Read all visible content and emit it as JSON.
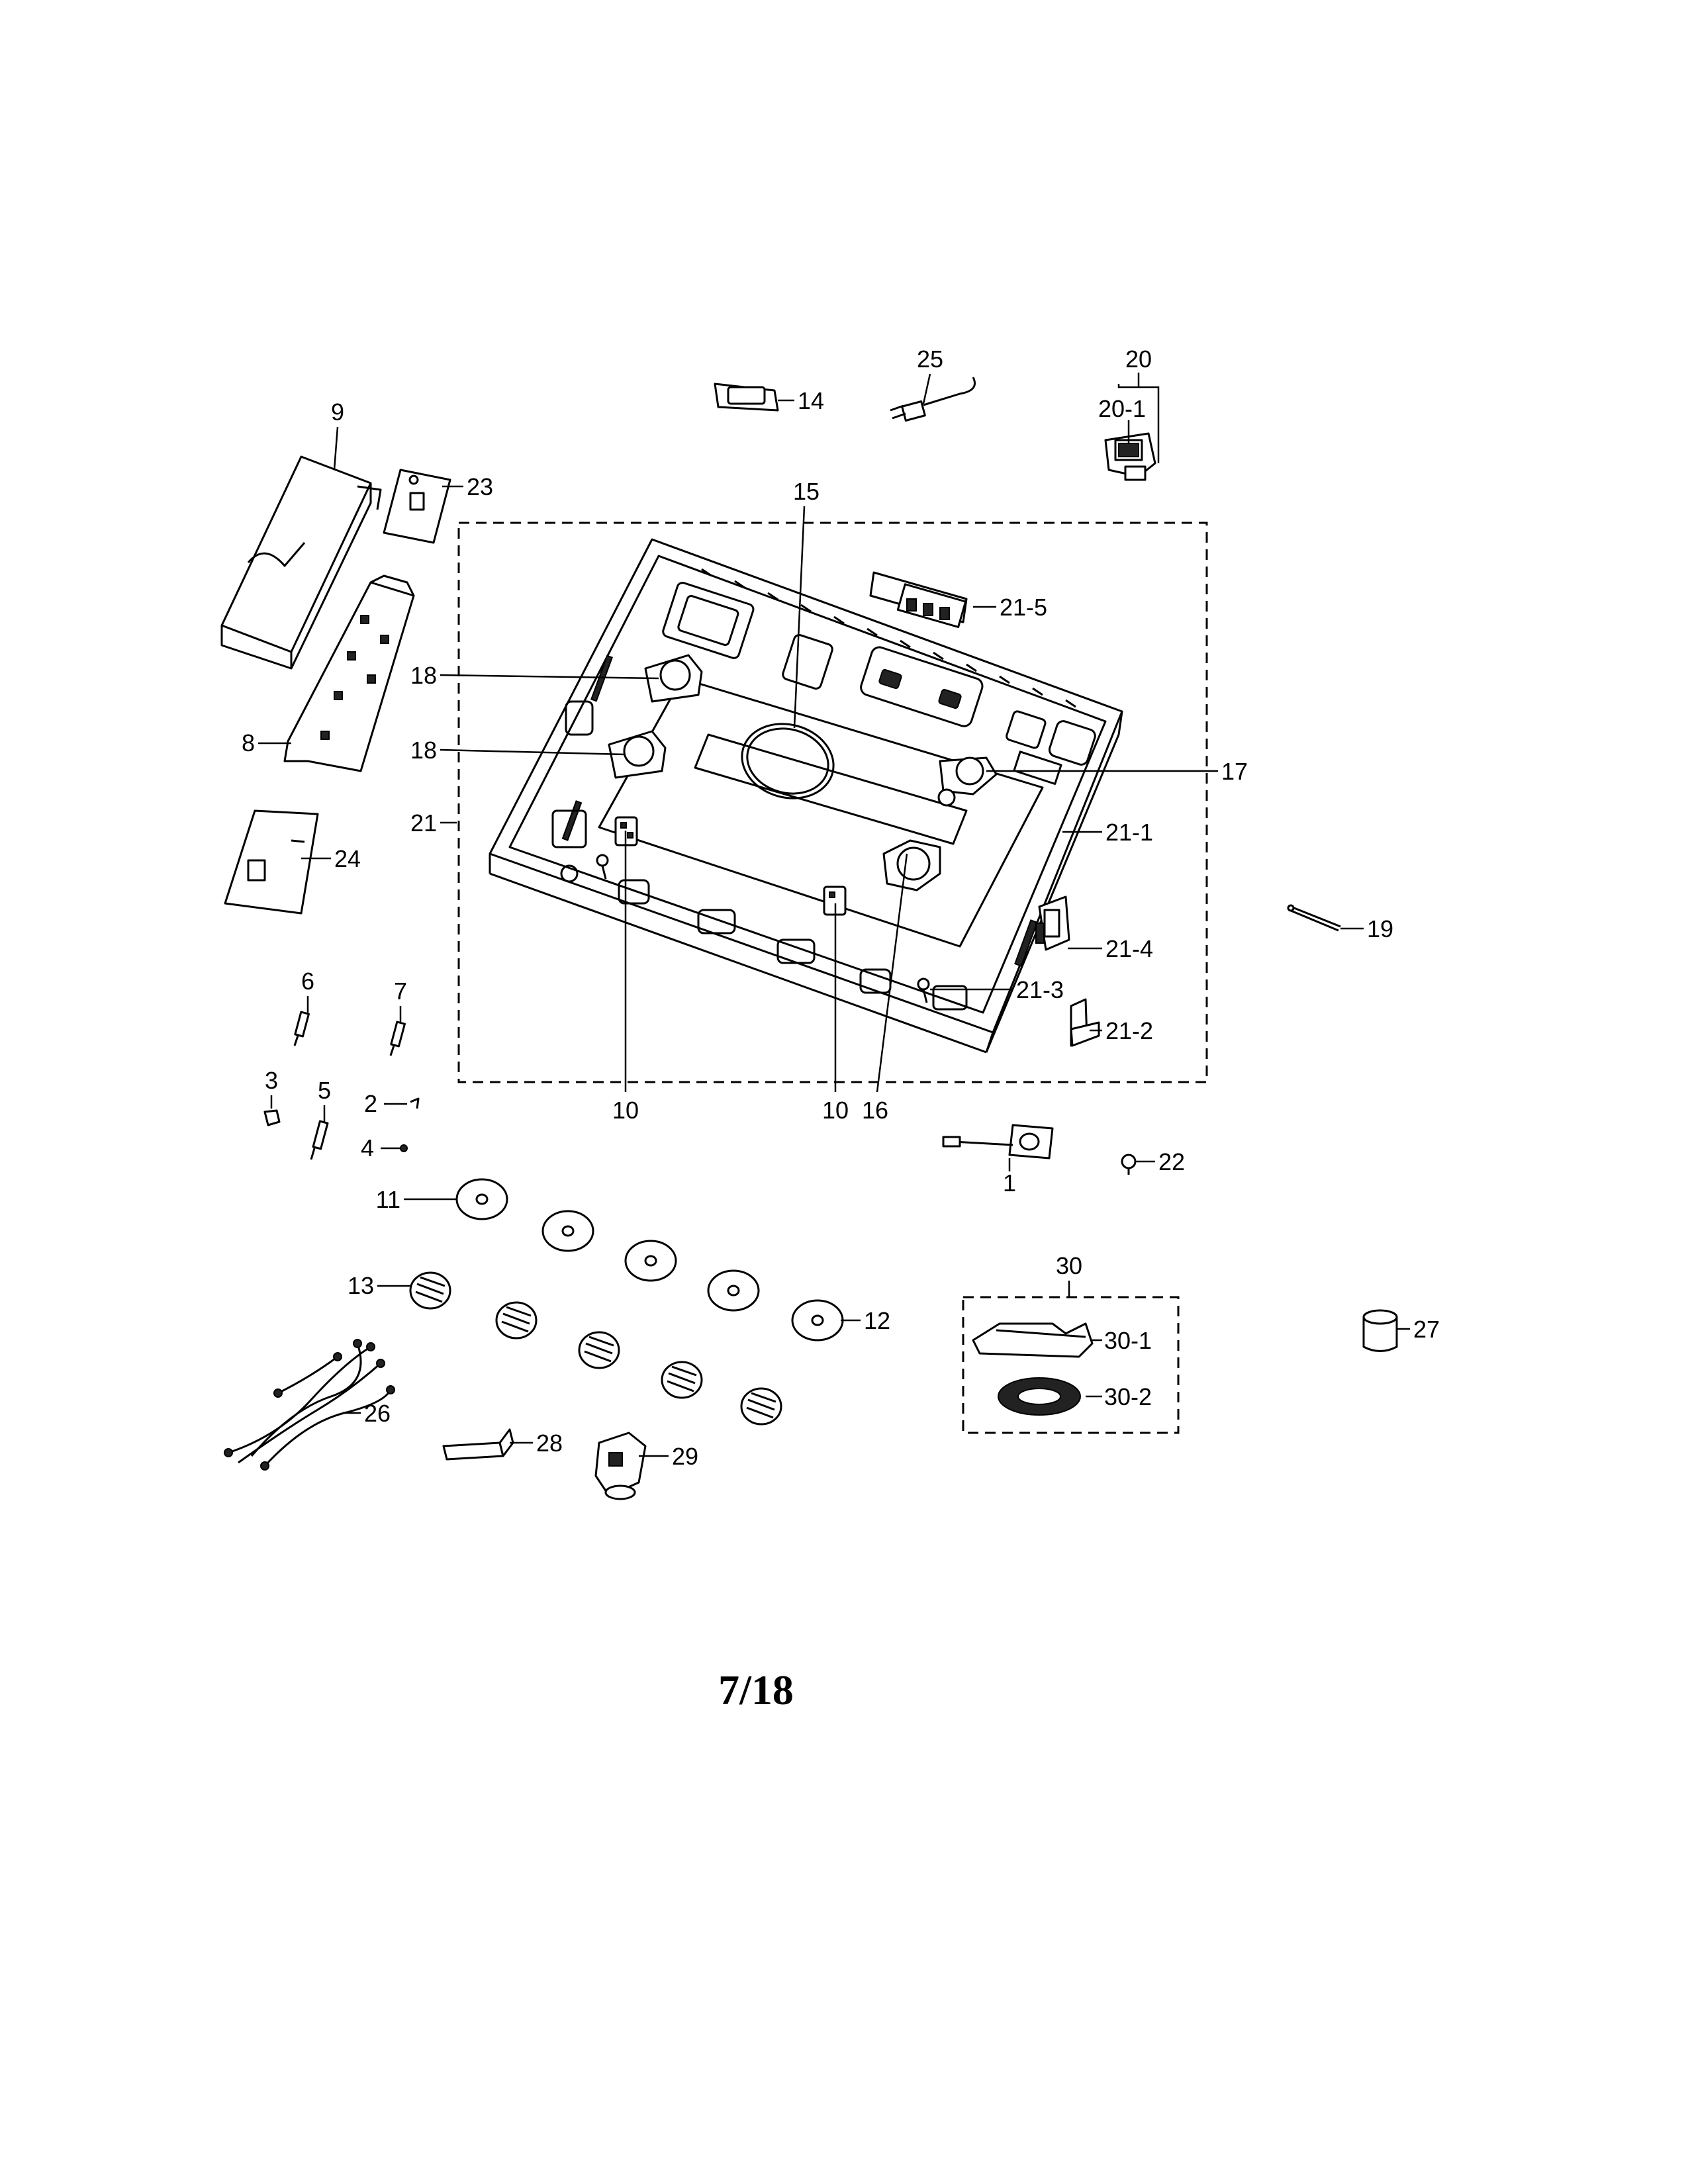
{
  "callouts": {
    "c1": "1",
    "c2": "2",
    "c3": "3",
    "c4": "4",
    "c5": "5",
    "c6": "6",
    "c7": "7",
    "c8": "8",
    "c9": "9",
    "c10a": "10",
    "c10b": "10",
    "c11": "11",
    "c12": "12",
    "c13": "13",
    "c14": "14",
    "c15": "15",
    "c16": "16",
    "c17": "17",
    "c18a": "18",
    "c18b": "18",
    "c19": "19",
    "c20": "20",
    "c20_1": "20-1",
    "c21": "21",
    "c21_1": "21-1",
    "c21_2": "21-2",
    "c21_3": "21-3",
    "c21_4": "21-4",
    "c21_5": "21-5",
    "c22": "22",
    "c23": "23",
    "c24": "24",
    "c25": "25",
    "c26": "26",
    "c27": "27",
    "c28": "28",
    "c29": "29",
    "c30": "30",
    "c30_1": "30-1",
    "c30_2": "30-2"
  },
  "page_number": "7/18"
}
